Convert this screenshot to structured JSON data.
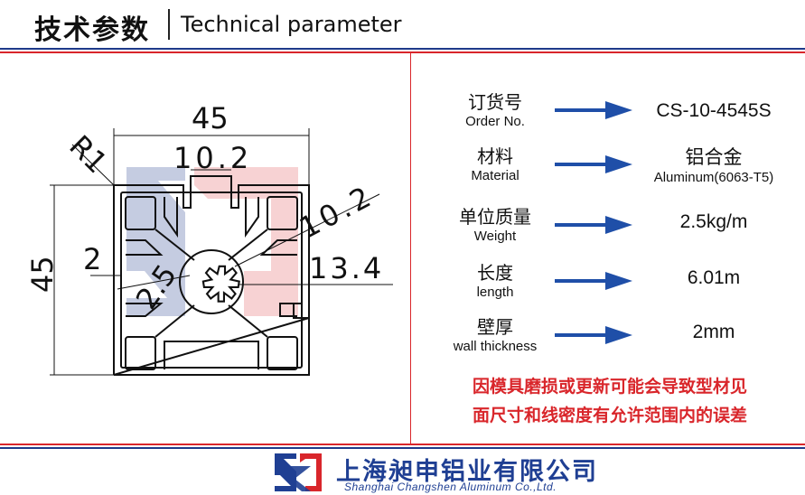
{
  "header": {
    "title_cn": "技术参数",
    "title_en": "Technical parameter"
  },
  "drawing": {
    "dim_width": "45",
    "dim_height": "45",
    "dim_radius": "R1",
    "dim_slot": "10.2",
    "dim_diag": "10.2",
    "dim_wall": "2",
    "dim_core": "2.5",
    "dim_depth": "13.4"
  },
  "specs": [
    {
      "label_cn": "订货号",
      "label_en": "Order No.",
      "value": "CS-10-4545S",
      "value_sub": ""
    },
    {
      "label_cn": "材料",
      "label_en": "Material",
      "value": "铝合金",
      "value_sub": "Aluminum(6063-T5)"
    },
    {
      "label_cn": "单位质量",
      "label_en": "Weight",
      "value": "2.5kg/m",
      "value_sub": ""
    },
    {
      "label_cn": "长度",
      "label_en": "length",
      "value": "6.01m",
      "value_sub": ""
    },
    {
      "label_cn": "壁厚",
      "label_en": "wall thickness",
      "value": "2mm",
      "value_sub": ""
    }
  ],
  "notice": {
    "line1": "因模具磨损或更新可能会导致型材见",
    "line2": "面尺寸和线密度有允许范围内的误差"
  },
  "footer": {
    "company_cn": "上海昶申铝业有限公司",
    "company_en": "Shanghai  Changshen Aluminum  Co.,Ltd."
  },
  "colors": {
    "blue": "#1e3a8a",
    "red": "#d9262b",
    "arrow": "#1f4fa8"
  }
}
